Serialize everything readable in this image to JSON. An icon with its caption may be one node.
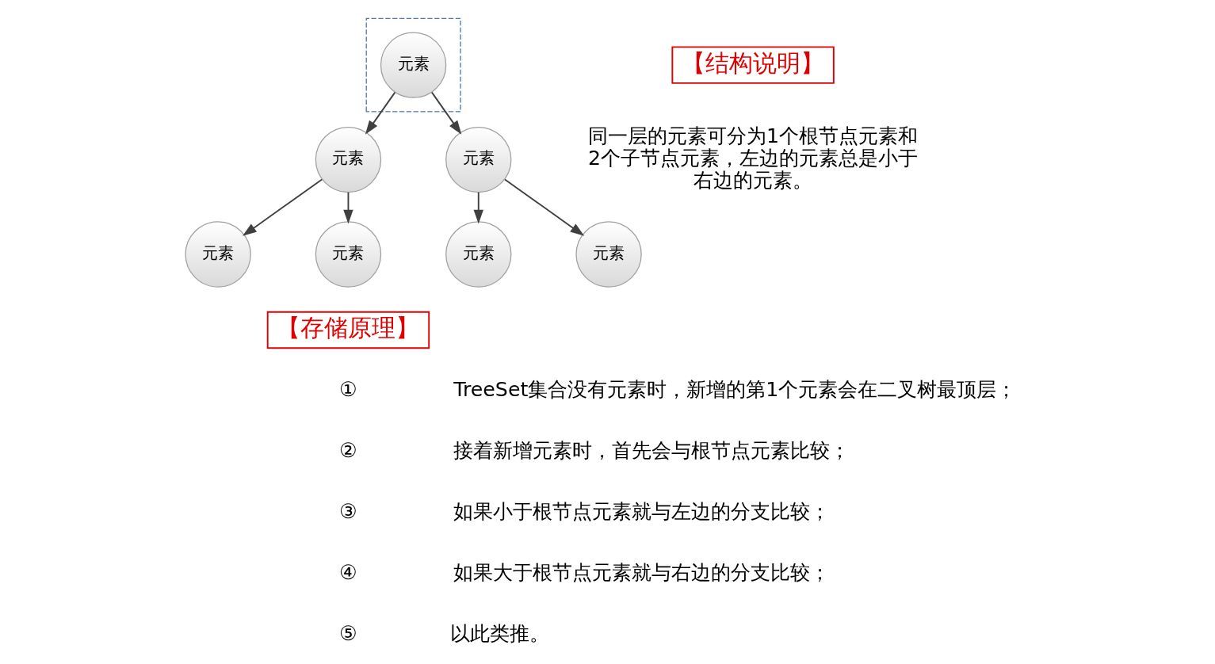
{
  "diagram": {
    "nodes": [
      {
        "text": [],
        "shape": "box"
      },
      {
        "text": [
          "元素"
        ],
        "in": 0
      },
      {
        "text": [
          "元素"
        ]
      },
      {
        "text": [
          "元素"
        ]
      },
      {
        "text": [
          "元素"
        ]
      },
      {
        "text": [
          "元素"
        ]
      },
      {
        "text": [
          "元素"
        ]
      },
      {
        "text": [
          "元素"
        ]
      },
      {
        "text": [
          "【结构说明】"
        ]
      },
      {
        "text": [
          "【存储原理】"
        ]
      }
    ],
    "edges": [
      {
        "from": 1,
        "to": 2,
        "arrow": "to"
      },
      {
        "from": 1,
        "to": 3,
        "arrow": "to"
      },
      {
        "from": 2,
        "to": 4,
        "arrow": "to"
      },
      {
        "from": 2,
        "to": 5,
        "arrow": "to"
      },
      {
        "from": 3,
        "to": 6,
        "arrow": "to"
      },
      {
        "from": 3,
        "to": 7,
        "arrow": "to"
      }
    ],
    "labels": [
      "同一层的元素可分为1个根节点元素和2个子节点元素，左边的元素总是小于右边的元素。",
      "①",
      "TreeSet集合没有元素时，新增的第1个元素会在二叉树最顶层；",
      "②",
      "接着新增元素时，首先会与根节点元素比较；",
      "③",
      "如果小于根节点元素就与左边的分支比较；",
      "④",
      "如果大于根节点元素就与右边的分支比较；",
      "⑤",
      "以此类推。"
    ]
  }
}
